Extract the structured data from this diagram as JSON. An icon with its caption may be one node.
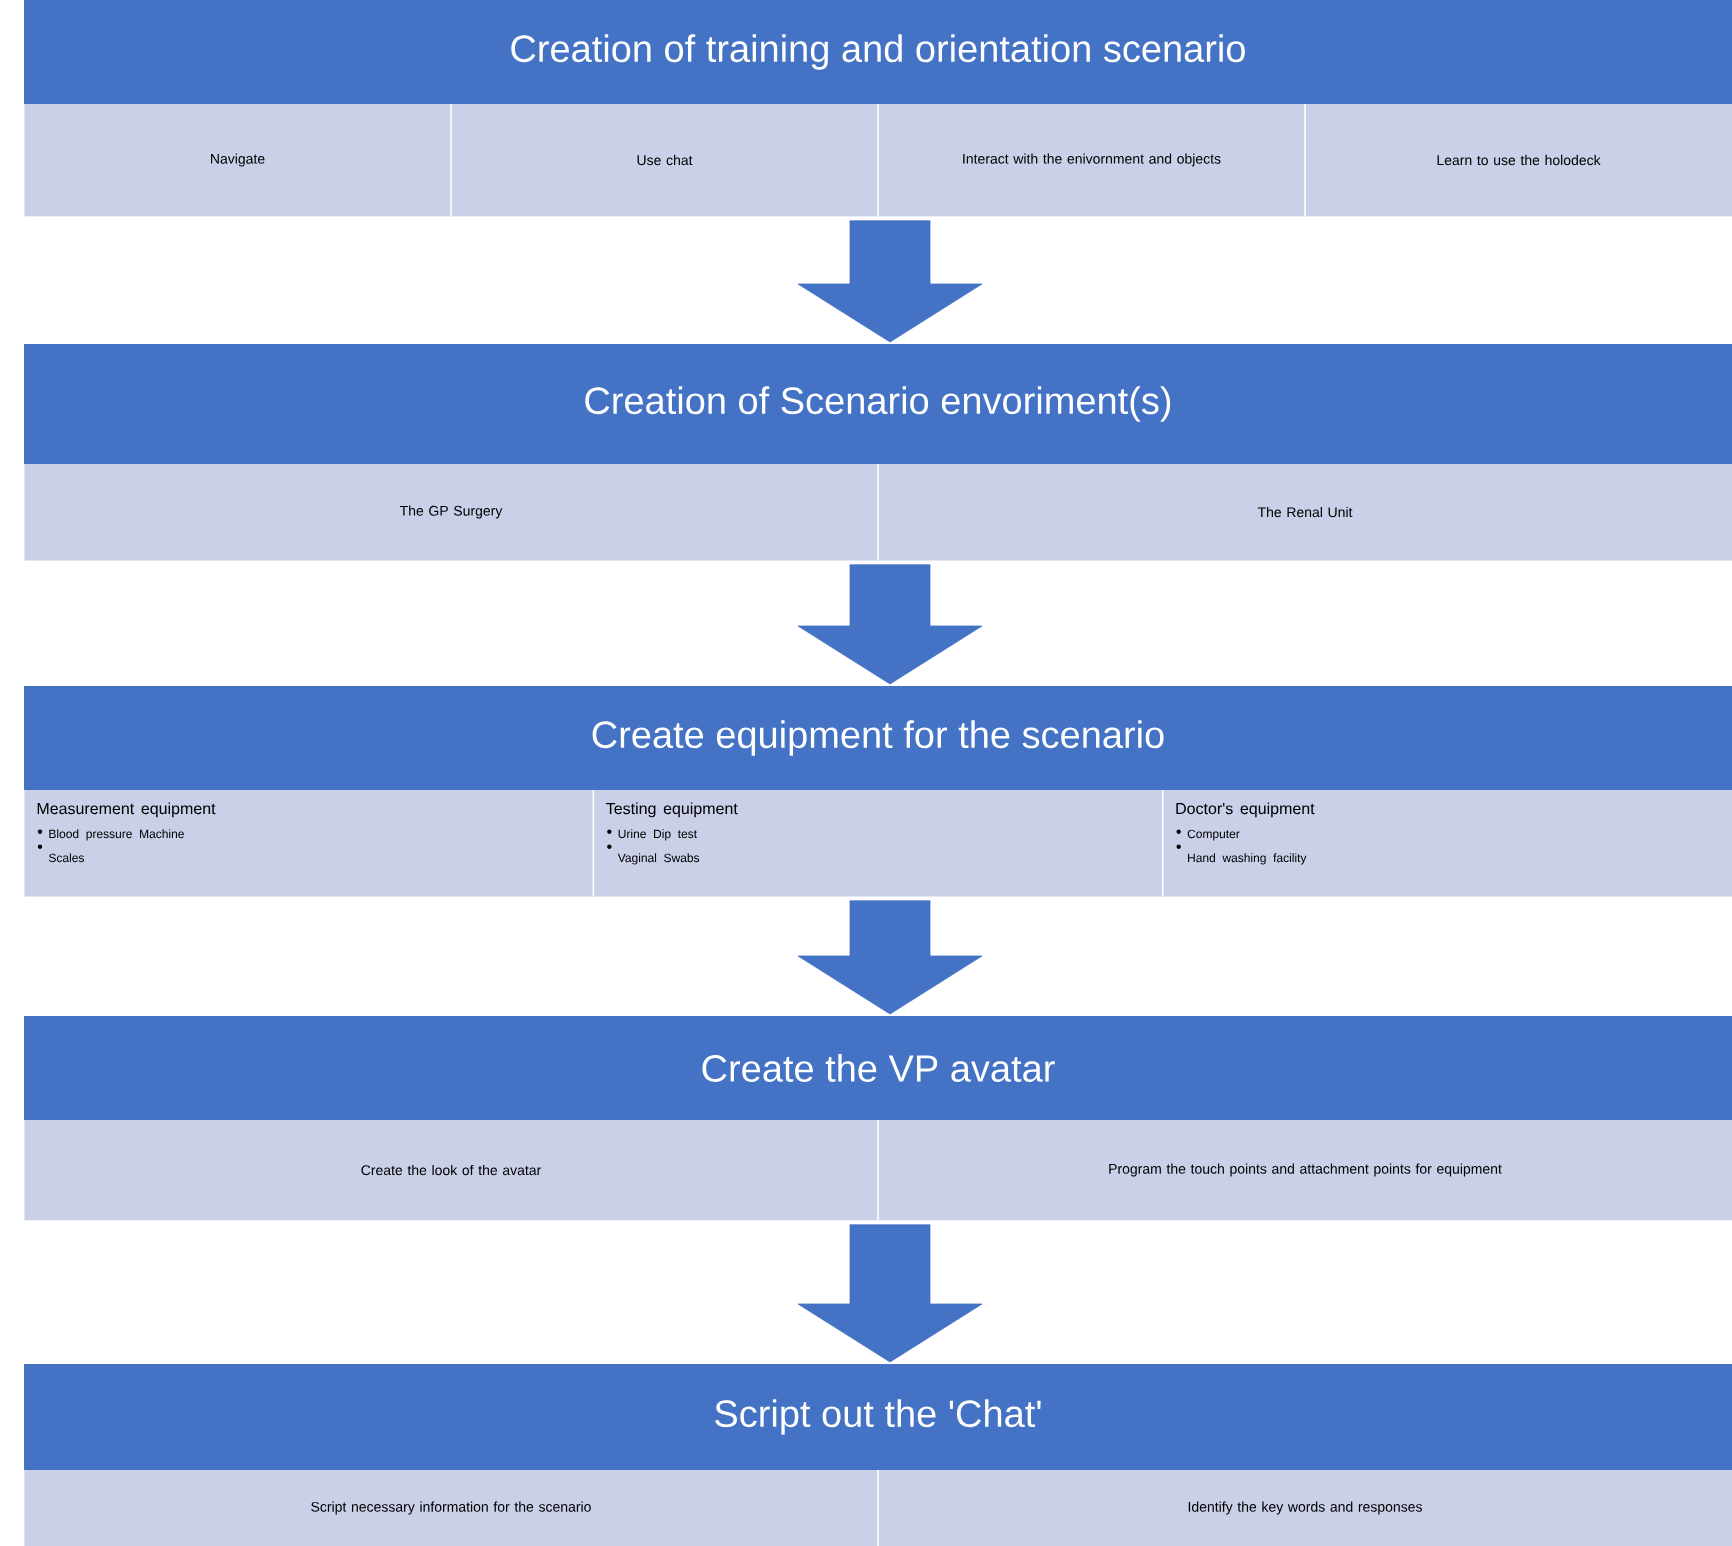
{
  "diagram": {
    "nodes": [
      {
        "text": [
          "Creation of training and orientation scenario",
          "Navigate",
          "Use chat",
          "Interact with the enivornment and objects",
          "Learn to use the holodeck"
        ]
      },
      {
        "text": [
          "Creation of Scenario envoriment(s)",
          "The GP Surgery",
          "The Renal Unit"
        ]
      },
      {
        "text": [
          "Create equipment for the scenario",
          "Measurement equipment",
          "Blood pressure Machine",
          "Scales",
          "Testing equipment",
          "Urine Dip test",
          "Vaginal Swabs",
          "Doctor's equipment",
          "Computer",
          "Hand washing facility"
        ]
      },
      {
        "text": [
          "Create the VP avatar",
          "Create the look of the avatar",
          "Program the touch points and attachment points for equipment"
        ]
      },
      {
        "text": [
          "Script out the 'Chat'",
          "Script necessary information for the scenario",
          "Identify the key words and responses"
        ]
      }
    ],
    "edges": [
      {
        "from": 0,
        "to": 1,
        "arrow": "to"
      },
      {
        "from": 1,
        "to": 2,
        "arrow": "to"
      },
      {
        "from": 2,
        "to": 3,
        "arrow": "to"
      },
      {
        "from": 3,
        "to": 4,
        "arrow": "to"
      }
    ]
  }
}
